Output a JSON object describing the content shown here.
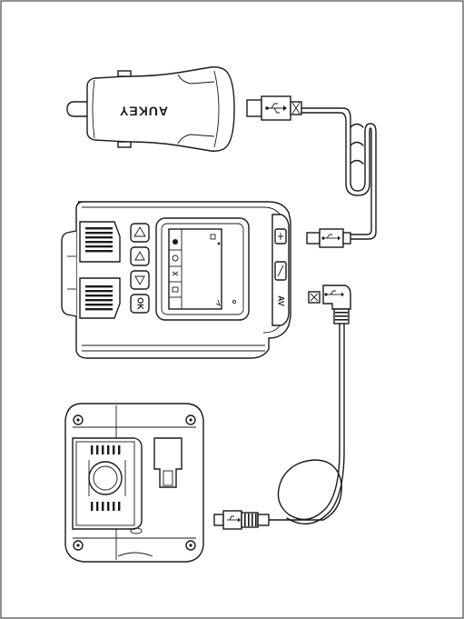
{
  "charger": {
    "brand_text": "AUKEY"
  },
  "camera": {
    "ok_button_label": "OK",
    "av_port_label": "AV"
  }
}
